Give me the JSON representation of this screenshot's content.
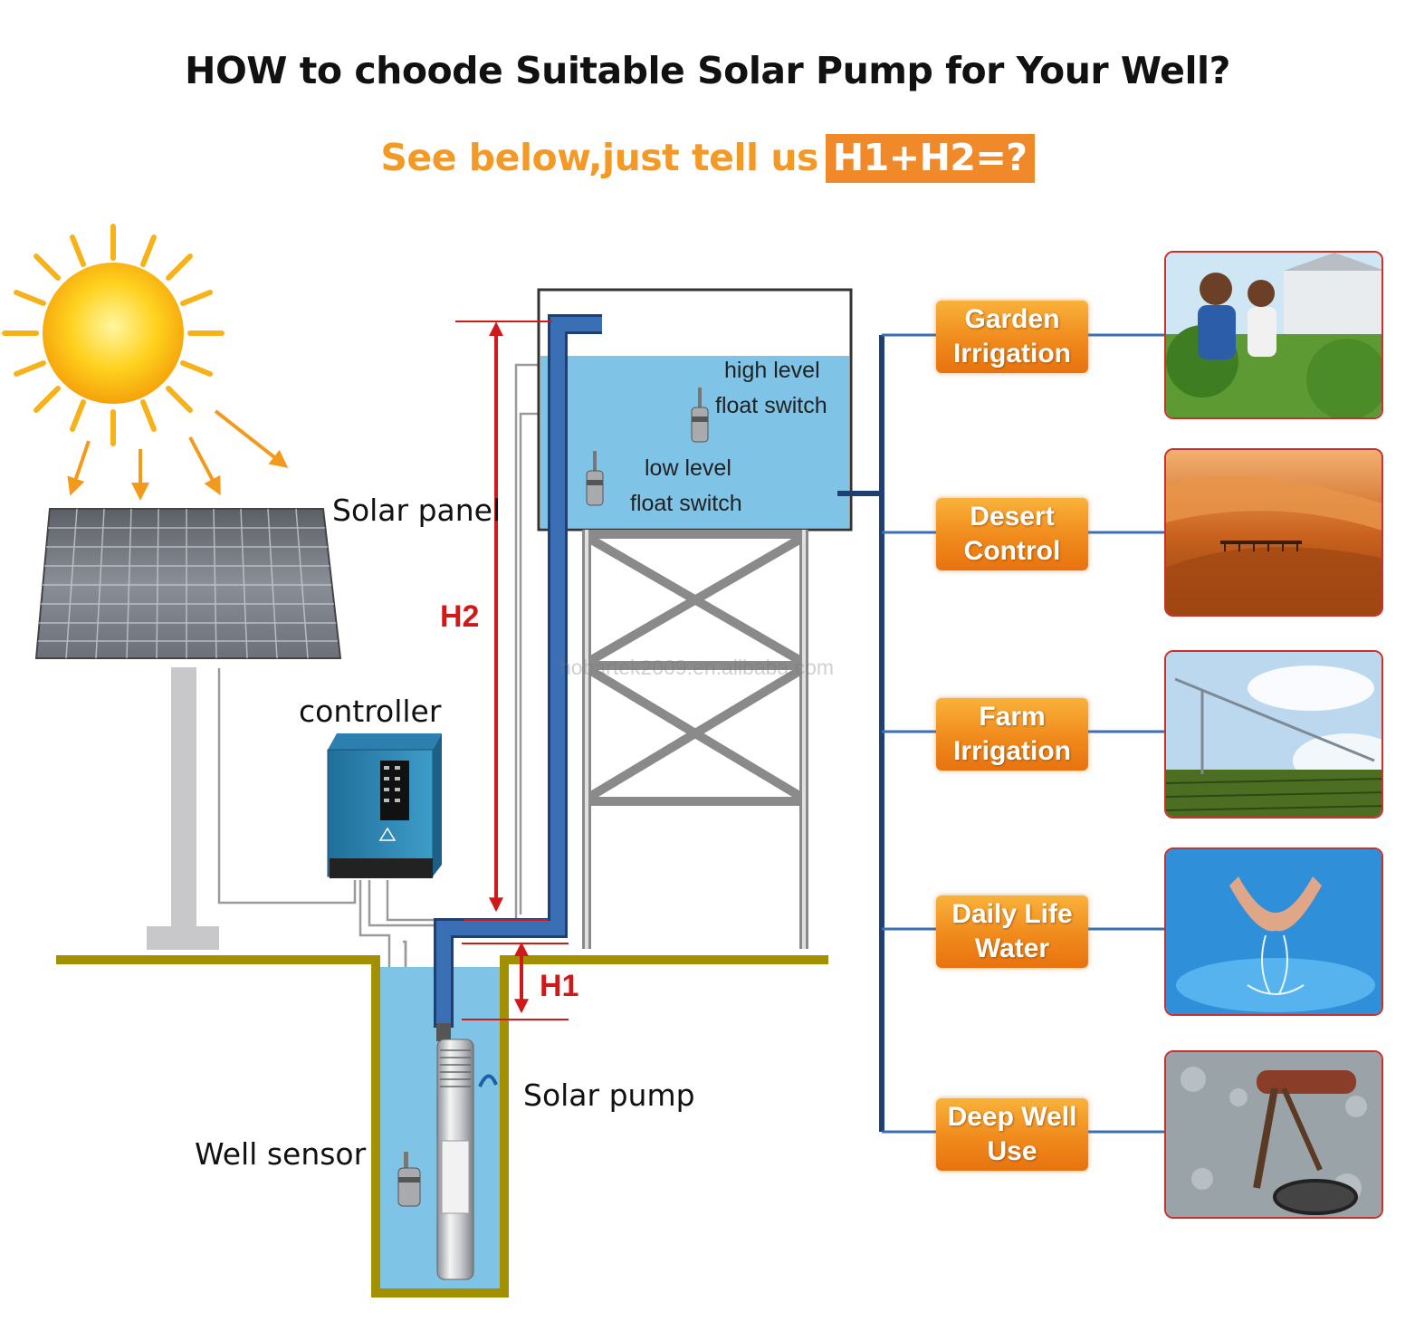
{
  "title": "HOW to choode Suitable Solar Pump for Your Well?",
  "subtitle": {
    "text": "See below,just tell us",
    "formula": "H1+H2=?"
  },
  "labels": {
    "solar_panel": "Solar panel",
    "controller": "controller",
    "solar_pump": "Solar pump",
    "well_sensor": "Well sensor",
    "high_level_1": "high level",
    "high_level_2": "float switch",
    "low_level_1": "low level",
    "low_level_2": "float switch",
    "h1": "H1",
    "h2": "H2"
  },
  "watermark": "hobartek2009.en.alibaba.com",
  "applications": [
    {
      "line1": "Garden",
      "line2": "Irrigation",
      "photo": "garden-photo"
    },
    {
      "line1": "Desert",
      "line2": "Control",
      "photo": "desert-photo"
    },
    {
      "line1": "Farm",
      "line2": "Irrigation",
      "photo": "farm-photo"
    },
    {
      "line1": "Daily Life",
      "line2": "Water",
      "photo": "water-photo"
    },
    {
      "line1": "Deep Well",
      "line2": "Use",
      "photo": "well-photo"
    }
  ],
  "colors": {
    "accent_orange": "#f0892a",
    "dimension_red": "#d01a1a",
    "pipe_blue": "#3a6fb5",
    "water_blue": "#7fc3e6",
    "ground": "#a39000"
  }
}
